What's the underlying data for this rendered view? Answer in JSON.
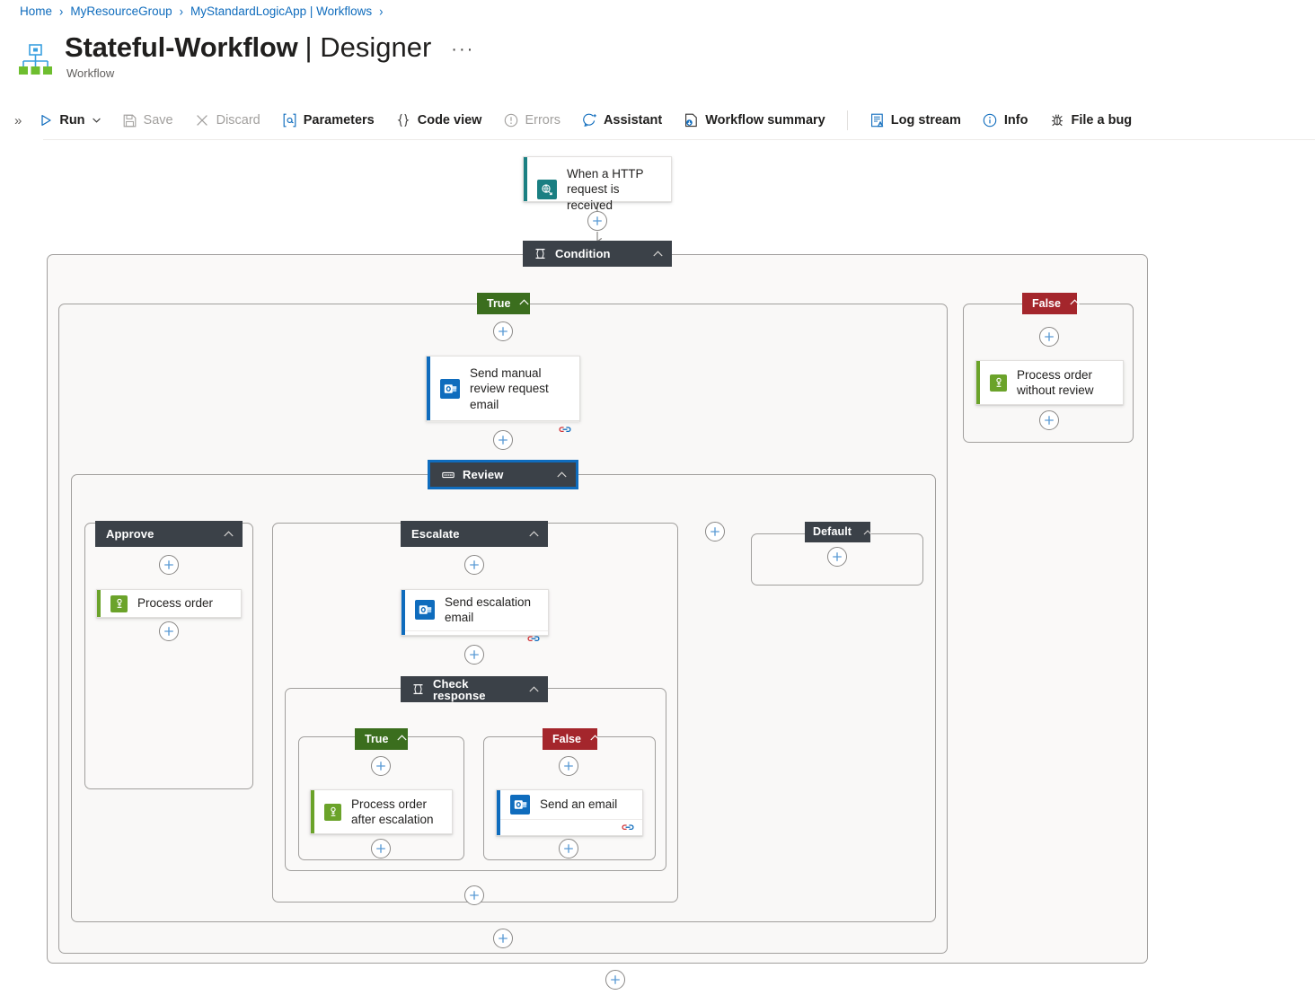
{
  "breadcrumb": {
    "items": [
      {
        "label": "Home"
      },
      {
        "label": "MyResourceGroup"
      },
      {
        "label": "MyStandardLogicApp | Workflows"
      }
    ],
    "separator": "›"
  },
  "header": {
    "title": "Stateful-Workflow",
    "divider": "|",
    "view": "Designer",
    "ellipsis": "···",
    "caption": "Workflow",
    "icon": "logic-app-workflow-icon"
  },
  "commandbar": {
    "expand_icon": "»",
    "buttons": [
      {
        "label": "Run",
        "icon": "play-icon",
        "caret": "⌄",
        "disabled": false
      },
      {
        "label": "Save",
        "icon": "save-icon",
        "disabled": true
      },
      {
        "label": "Discard",
        "icon": "close-icon",
        "disabled": true
      },
      {
        "label": "Parameters",
        "icon": "parameters-icon",
        "disabled": false
      },
      {
        "label": "Code view",
        "icon": "code-view-icon",
        "disabled": false
      },
      {
        "label": "Errors",
        "icon": "errors-icon",
        "disabled": true
      },
      {
        "label": "Assistant",
        "icon": "assistant-icon",
        "disabled": false
      },
      {
        "label": "Workflow summary",
        "icon": "workflow-summary-icon",
        "disabled": false
      }
    ],
    "buttons_right": [
      {
        "label": "Log stream",
        "icon": "log-stream-icon",
        "disabled": false
      },
      {
        "label": "Info",
        "icon": "info-icon",
        "disabled": false
      },
      {
        "label": "File a bug",
        "icon": "bug-icon",
        "disabled": false
      }
    ]
  },
  "designer": {
    "trigger": {
      "label": "When a HTTP request is received",
      "icon": "http-request-icon",
      "accent": "#1a7f82"
    },
    "condition": {
      "label": "Condition",
      "icon": "condition-icon",
      "chevron": "˄"
    },
    "condition_true_badge": {
      "label": "True",
      "chevron": "˄"
    },
    "condition_false_badge": {
      "label": "False",
      "chevron": "˄"
    },
    "send_manual_review": {
      "label": "Send manual review request email",
      "icon": "outlook-icon",
      "accent": "#0f6cbd",
      "connection_icon": "link-icon"
    },
    "process_order_without_review": {
      "label": "Process order without review",
      "icon": "service-bus-icon",
      "accent": "#6ba32a"
    },
    "review_switch": {
      "label": "Review",
      "icon": "switch-icon",
      "chevron": "˄",
      "selected": true
    },
    "case_approve": {
      "label": "Approve",
      "chevron": "˄"
    },
    "case_escalate": {
      "label": "Escalate",
      "chevron": "˄"
    },
    "case_default": {
      "label": "Default",
      "chevron": "˄"
    },
    "process_order": {
      "label": "Process order",
      "icon": "service-bus-icon",
      "accent": "#6ba32a"
    },
    "send_escalation_email": {
      "label": "Send escalation email",
      "icon": "outlook-icon",
      "accent": "#0f6cbd",
      "connection_icon": "link-icon"
    },
    "check_response": {
      "label": "Check response",
      "icon": "condition-icon",
      "chevron": "˄"
    },
    "check_true_badge": {
      "label": "True",
      "chevron": "˄"
    },
    "check_false_badge": {
      "label": "False",
      "chevron": "˄"
    },
    "process_order_after_escalation": {
      "label": "Process order after escalation",
      "icon": "service-bus-icon",
      "accent": "#6ba32a"
    },
    "send_an_email": {
      "label": "Send an email",
      "icon": "outlook-icon",
      "accent": "#0f6cbd",
      "connection_icon": "link-icon"
    },
    "add_button_label": "+"
  },
  "colors": {
    "link": "#0f6cbd",
    "true_badge": "#3b6e1e",
    "false_badge": "#a4262c",
    "header_dark": "#3b4148",
    "scope_border": "#a19f9d",
    "accent_green": "#6ba32a",
    "accent_blue": "#0f6cbd",
    "accent_teal": "#1a7f82"
  }
}
